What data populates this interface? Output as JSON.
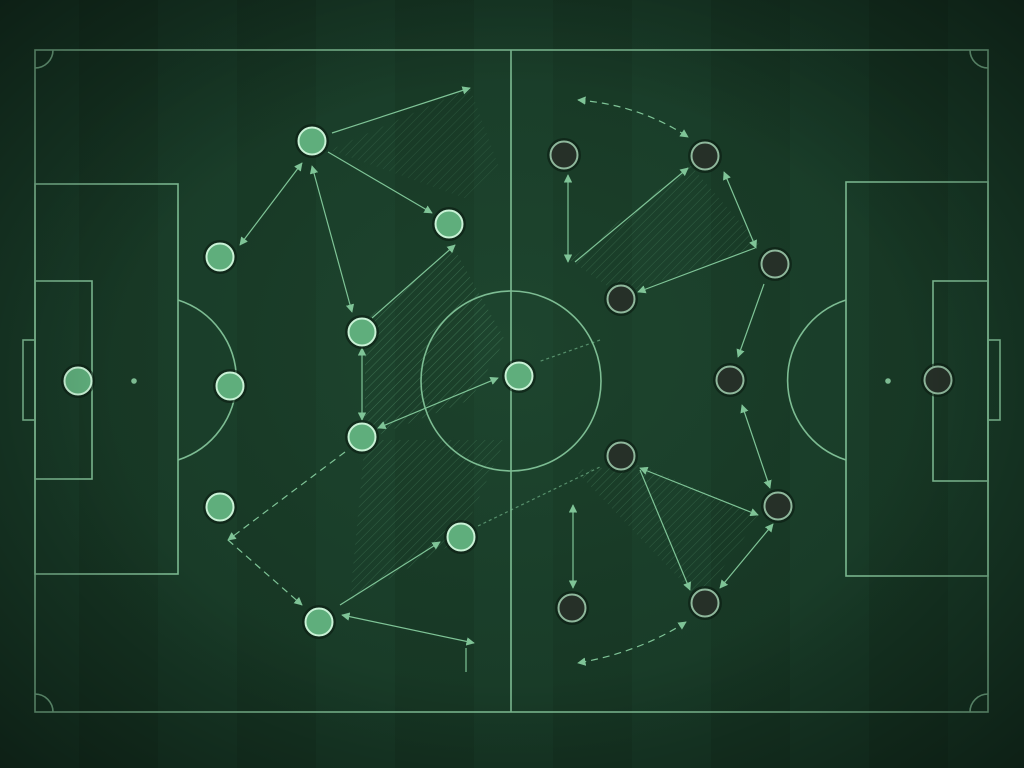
{
  "board": {
    "line_color": "#8fd3a6",
    "team_a": {
      "fill": "#5fae7c",
      "ring": "#c9f2d6"
    },
    "team_b": {
      "fill": "#263028",
      "ring": "#8fb89c"
    }
  },
  "players": {
    "team_a": [
      {
        "id": "a-gk"
      },
      {
        "id": "a-d1"
      },
      {
        "id": "a-d2"
      },
      {
        "id": "a-d3"
      },
      {
        "id": "a-m1"
      },
      {
        "id": "a-m2"
      },
      {
        "id": "a-m3"
      },
      {
        "id": "a-m4"
      },
      {
        "id": "a-m5"
      },
      {
        "id": "a-w2"
      },
      {
        "id": "a-st"
      }
    ],
    "team_b": [
      {
        "id": "b-gk"
      },
      {
        "id": "b-d1"
      },
      {
        "id": "b-d2"
      },
      {
        "id": "b-d3"
      },
      {
        "id": "b-d4"
      },
      {
        "id": "b-d5"
      },
      {
        "id": "b-m1"
      },
      {
        "id": "b-m2"
      },
      {
        "id": "b-m3"
      },
      {
        "id": "b-f1"
      },
      {
        "id": "b-f2"
      }
    ]
  }
}
